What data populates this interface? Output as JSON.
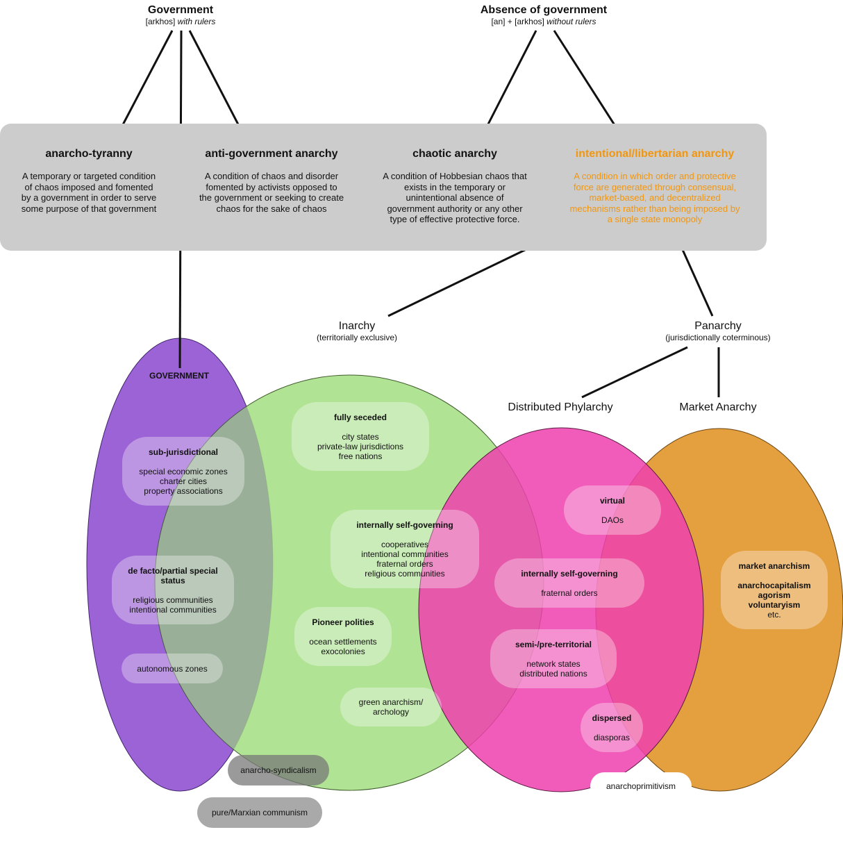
{
  "roots": {
    "government": {
      "title": "Government",
      "sub_prefix": "[arkhos] ",
      "sub_italic": "with rulers"
    },
    "absence": {
      "title": "Absence of government",
      "sub_prefix": "[an] + [arkhos] ",
      "sub_italic": "without rulers"
    }
  },
  "categories": [
    {
      "title": "anarcho-tyranny",
      "desc": "A temporary or targeted condition of chaos imposed and fomented by a government in order to serve some purpose of that government"
    },
    {
      "title": "anti-government anarchy",
      "desc": "A condition of chaos and disorder fomented by activists opposed to the government or seeking to create chaos for the sake of chaos"
    },
    {
      "title": "chaotic anarchy",
      "desc": "A condition of Hobbesian chaos that exists in the temporary or unintentional absence of government authority or any other type of effective protective force."
    },
    {
      "title": "intentional/libertarian anarchy",
      "desc": "A condition in which order and protective force are generated through consensual, market-based, and decentralized mechanisms rather than being imposed by a single state monopoly"
    }
  ],
  "nodes": {
    "inarchy": {
      "title": "Inarchy",
      "sub": "(territorially exclusive)"
    },
    "panarchy": {
      "title": "Panarchy",
      "sub": "(jurisdictionally coterminous)"
    },
    "distributed_phylarchy": {
      "title": "Distributed Phylarchy"
    },
    "market_anarchy": {
      "title": "Market Anarchy"
    }
  },
  "colors": {
    "band": "#cccccc",
    "highlight": "#f2960e",
    "government_ellipse": "#9b4fe0",
    "inarchy_ellipse": "#a8e08a",
    "phylarchy_ellipse": "#ee4fb4",
    "market_ellipse": "#e39a35"
  },
  "ellipse_labels": {
    "government": "GOVERNMENT"
  },
  "bubbles": {
    "sub_jurisdictional": {
      "title": "sub-jurisdictional",
      "items": [
        "special economic zones",
        "charter cities",
        "property associations"
      ]
    },
    "de_facto": {
      "title": "de facto/partial special status",
      "items": [
        "religious communities",
        "intentional communities"
      ]
    },
    "autonomous": {
      "title": "autonomous zones"
    },
    "fully_seceded": {
      "title": "fully seceded",
      "items": [
        "city states",
        "private-law jurisdictions",
        "free nations"
      ]
    },
    "internally_self_governing_green": {
      "title": "internally self-governing",
      "items": [
        "cooperatives",
        "intentional communities",
        "fraternal orders",
        "religious communities"
      ]
    },
    "pioneer": {
      "title": "Pioneer polities",
      "items": [
        "ocean settlements",
        "exocolonies"
      ]
    },
    "green_anarchism": {
      "title": "green anarchism/ archology"
    },
    "virtual": {
      "title": "virtual",
      "items": [
        "DAOs"
      ]
    },
    "internally_self_governing_pink": {
      "title": "internally self-governing",
      "items": [
        "fraternal orders"
      ]
    },
    "semi_territorial": {
      "title": "semi-/pre-territorial",
      "items": [
        "network states",
        "distributed nations"
      ]
    },
    "dispersed": {
      "title": "dispersed",
      "items": [
        "diasporas"
      ]
    },
    "market_anarchism": {
      "title": "market anarchism",
      "items": [
        "anarchocapitalism",
        "agorism",
        "voluntaryism"
      ],
      "tail": "etc."
    }
  },
  "pills": {
    "anarcho_syndicalism": "anarcho-syndicalism",
    "marxian": "pure/Marxian communism",
    "anarchoprimitivism": "anarchoprimitivism"
  }
}
